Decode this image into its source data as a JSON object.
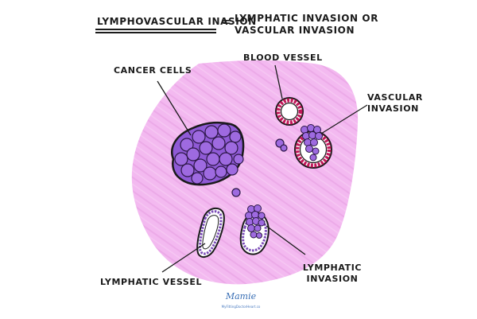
{
  "title": {
    "term": "Lymphovascular inasion",
    "equals": "=",
    "definition_line1": "Lymphatic invasion or",
    "definition_line2": "vascular invasion"
  },
  "labels": {
    "cancer_cells": "Cancer cells",
    "blood_vessel": "Blood vessel",
    "vascular_invasion_line1": "Vascular",
    "vascular_invasion_line2": "invasion",
    "lymphatic_vessel": "Lymphatic vessel",
    "lymphatic_invasion_line1": "Lymphatic",
    "lymphatic_invasion_line2": "invasion"
  },
  "signature": {
    "text": "Mamie",
    "subtext": "MyFittingDoctorHeart.co"
  },
  "colors": {
    "tissue": "#f3b9f0",
    "cell_fill": "#8f5ad6",
    "cell_outline": "#2b1646",
    "vessel_wall": "#c2185b",
    "lymph_wall": "#7b4bb8",
    "outline": "#1a1a1a"
  }
}
